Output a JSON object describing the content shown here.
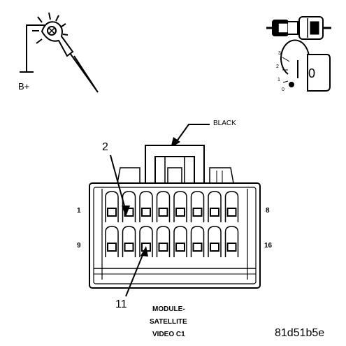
{
  "labels": {
    "b_plus": "B+",
    "color": "BLACK",
    "pin_2": "2",
    "pin_11": "11",
    "row1_start": "1",
    "row1_end": "8",
    "row2_start": "9",
    "row2_end": "16",
    "caption_line1": "MODULE-",
    "caption_line2": "SATELLITE",
    "caption_line3": "VIDEO C1",
    "figure_id": "81d51b5e"
  },
  "ignition_switch": {
    "positions": [
      "3",
      "2",
      "1",
      "0"
    ],
    "key_label": "0"
  },
  "icons": [
    "test-light-probe-icon",
    "connector-disconnect-icon",
    "ignition-key-icon"
  ]
}
